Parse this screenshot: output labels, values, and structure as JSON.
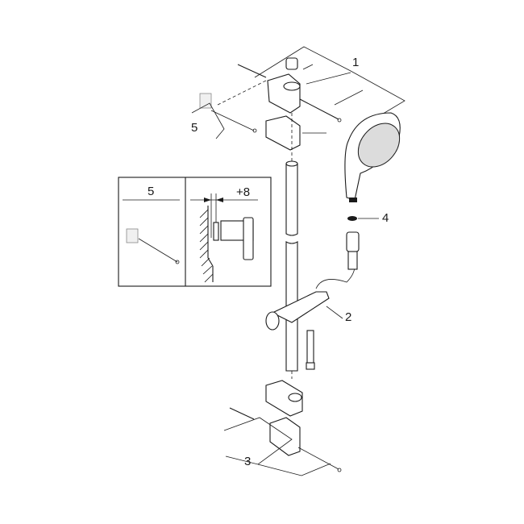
{
  "diagram": {
    "type": "exploded-parts-view",
    "subject": "shower rail set",
    "callouts": [
      {
        "id": "1",
        "label": "1"
      },
      {
        "id": "2",
        "label": "2"
      },
      {
        "id": "3",
        "label": "3"
      },
      {
        "id": "4",
        "label": "4"
      },
      {
        "id": "5",
        "label": "5"
      }
    ],
    "inset": {
      "left_label": "5",
      "right_label": "+8"
    }
  }
}
